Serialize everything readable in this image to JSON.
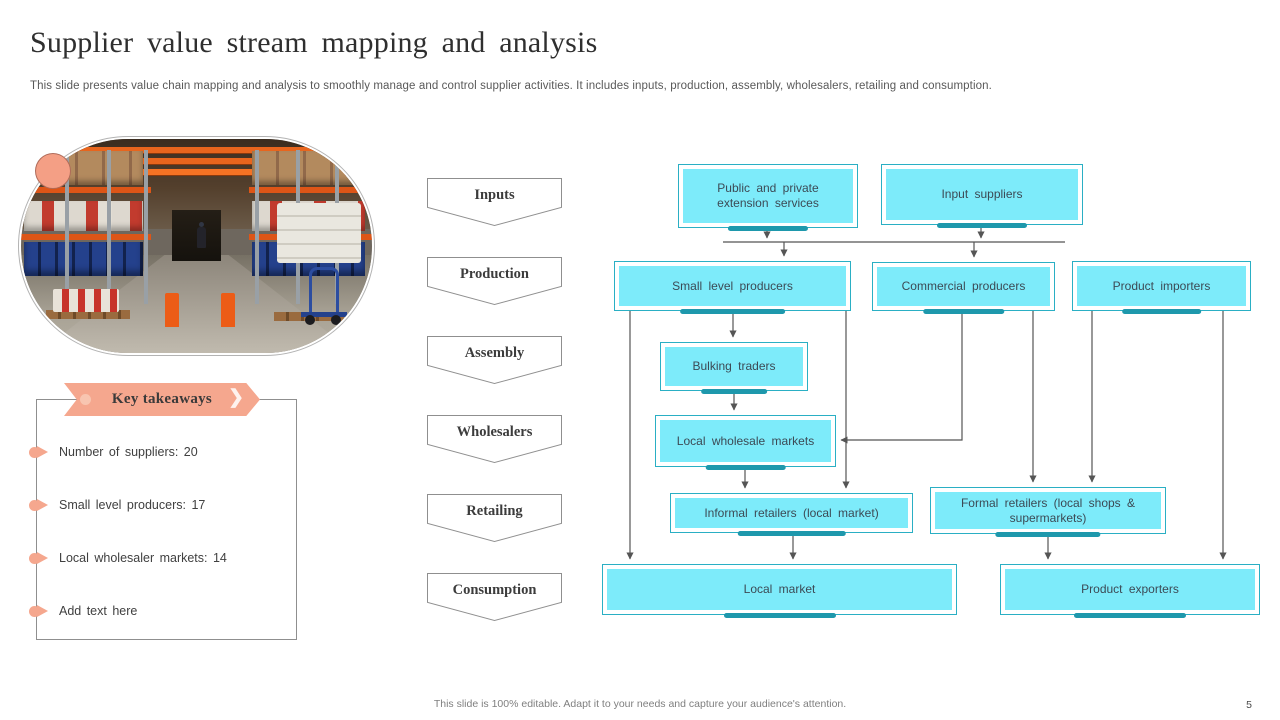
{
  "slide": {
    "title": "Supplier value stream mapping and analysis",
    "subtitle": "This slide presents value chain mapping and analysis to smoothly manage and control supplier activities. It includes inputs, production, assembly, wholesalers, retailing and consumption.",
    "footer": "This slide is 100% editable. Adapt it to your needs and capture your audience's attention.",
    "page_number": "5"
  },
  "stages": [
    "Inputs",
    "Production",
    "Assembly",
    "Wholesalers",
    "Retailing",
    "Consumption"
  ],
  "key_takeaways": {
    "title": "Key takeaways",
    "items": [
      "Number of suppliers: 20",
      "Small level producers: 17",
      "Local wholesaler markets: 14",
      "Add text here"
    ]
  },
  "flow": {
    "nodes": [
      "Public and private extension services",
      "Input suppliers",
      "Small level producers",
      "Commercial producers",
      "Product importers",
      "Bulking traders",
      "Local wholesale markets",
      "Informal retailers (local market)",
      "Formal retailers (local shops & supermarkets)",
      "Local market",
      "Product exporters"
    ]
  },
  "colors": {
    "node_fill_cyan": "#7DEBFA",
    "node_border_teal": "#2AAFC4",
    "node_underline_teal": "#1E98AC",
    "accent_salmon": "#F5A78E",
    "connector_gray": "#555555"
  },
  "image": {
    "semantic": "warehouse-aisle-photo"
  }
}
